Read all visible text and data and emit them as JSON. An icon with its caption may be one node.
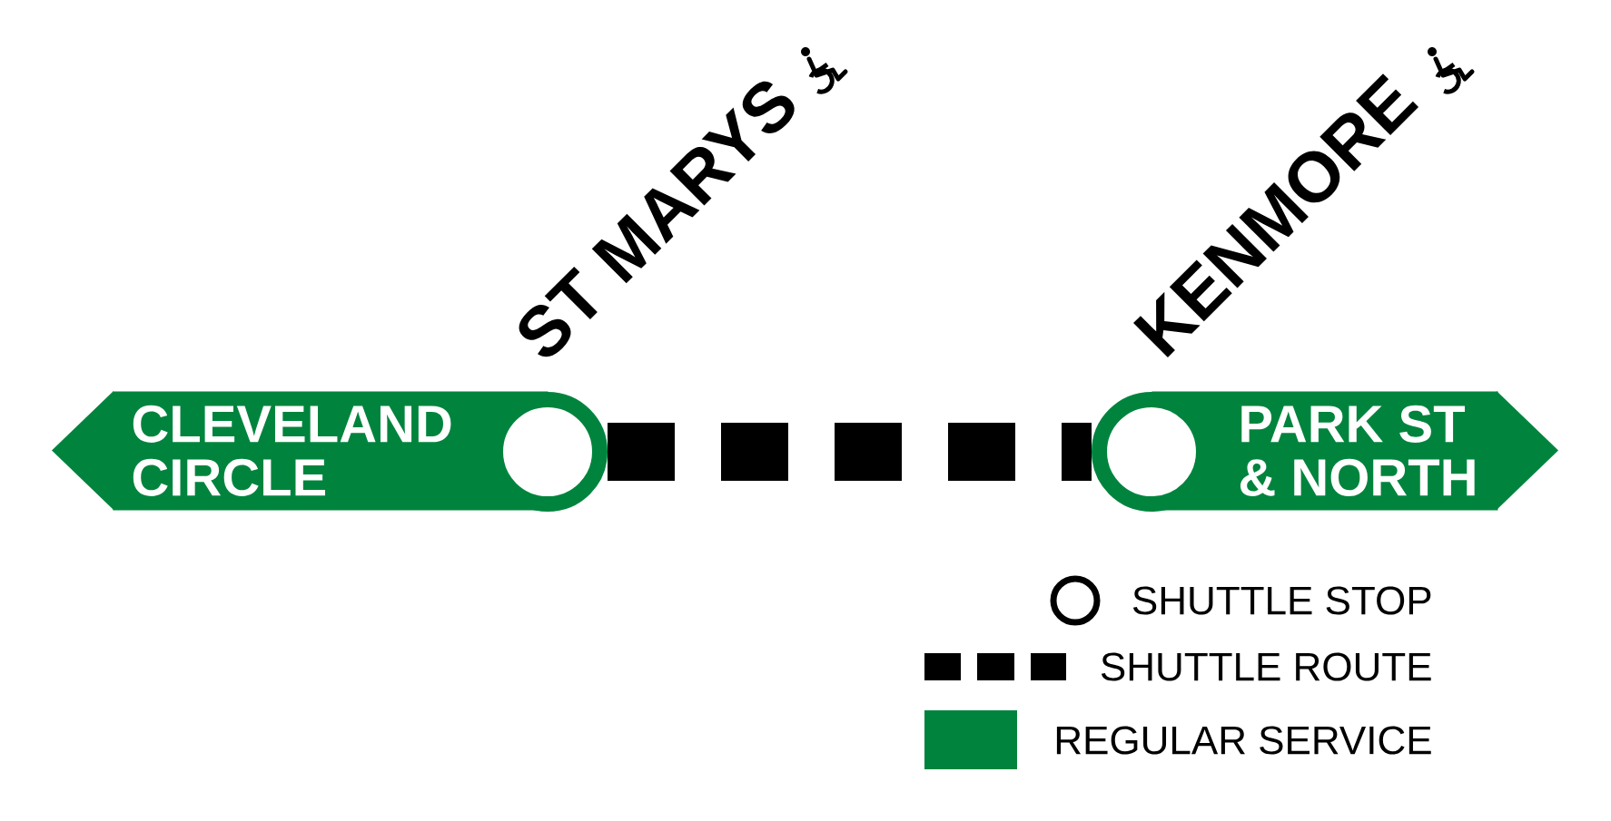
{
  "diagram": {
    "nodes": [
      {
        "text": [
          "CLEVELAND CIRCLE"
        ]
      },
      {
        "text": [],
        "shape": "circle",
        "beside": [
          "ST MARYS"
        ]
      },
      {
        "text": [],
        "shape": "circle",
        "beside": [
          "KENMORE"
        ]
      },
      {
        "text": [
          "PARK ST & NORTH"
        ]
      }
    ],
    "edges": [
      {
        "from": 1,
        "to": 2,
        "arrow": "none",
        "style": "dashed"
      }
    ],
    "legend": [
      {
        "text": "SHUTTLE STOP"
      },
      {
        "text": "SHUTTLE ROUTE"
      },
      {
        "text": "REGULAR SERVICE",
        "color": "#00843d"
      }
    ]
  }
}
